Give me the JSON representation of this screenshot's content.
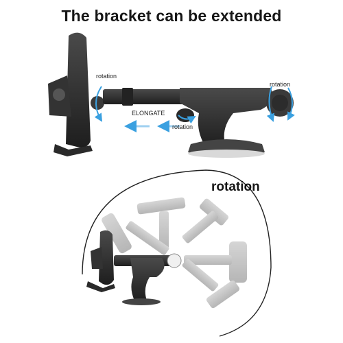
{
  "headline": "The bracket can be extended",
  "labels": {
    "rotation_left": "rotation",
    "elongate": "ELONGATE",
    "rotation_mid": "rotation",
    "rotation_right": "rotation",
    "rotation_large": "rotation"
  },
  "colors": {
    "arrow_blue": "#3aa0e0",
    "mount_dark": "#2c2c2c",
    "ghost_gray": "#b8b8b8"
  }
}
